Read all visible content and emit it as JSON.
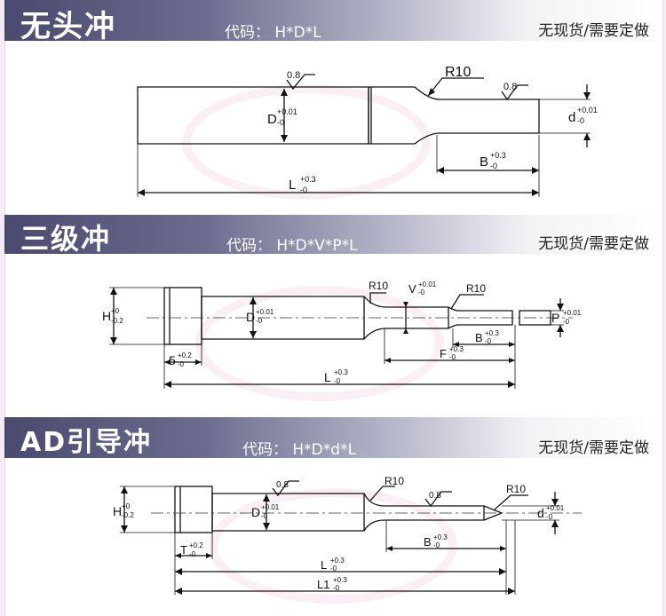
{
  "colors": {
    "banner_dark": "#4a4a6e",
    "line": "#111111",
    "page_bg": "#f4ecf7"
  },
  "sections": [
    {
      "title": "无头冲",
      "code": "代码： H*D*L",
      "stock": "无现货/需要定做",
      "dims": {
        "rough1": "0.8",
        "rough2": "0.8",
        "radius": "R10",
        "D": "D",
        "D_tol_up": "+0.01",
        "D_tol_dn": "-0",
        "d": "d",
        "d_tol_up": "+0.01",
        "d_tol_dn": "-0",
        "B": "B",
        "B_tol_up": "+0.3",
        "B_tol_dn": "-0",
        "L": "L",
        "L_tol_up": "+0.3",
        "L_tol_dn": "-0"
      }
    },
    {
      "title": "三级冲",
      "code": "代码： H*D*V*P*L",
      "stock": "无现货/需要定做",
      "dims": {
        "H": "H",
        "H_tol_up": "+0",
        "H_tol_dn": "-0.2",
        "D": "D",
        "D_tol_up": "+0.01",
        "D_tol_dn": "-0",
        "R1": "R10",
        "R2": "R10",
        "V": "V",
        "V_tol_up": "+0.01",
        "V_tol_dn": "-0",
        "P": "P",
        "P_tol_up": "+0.01",
        "P_tol_dn": "-0",
        "S": "5",
        "S_tol_up": "+0.2",
        "S_tol_dn": "-0",
        "B": "B",
        "B_tol_up": "+0.3",
        "B_tol_dn": "-0",
        "F": "F",
        "F_tol_up": "+0.3",
        "F_tol_dn": "-0",
        "L": "L",
        "L_tol_up": "+0.3",
        "L_tol_dn": "-0"
      }
    },
    {
      "title": "AD引导冲",
      "code": "代码： H*D*d*L",
      "stock": "无现货/需要定做",
      "dims": {
        "rough1": "0.8",
        "rough2": "0.8",
        "R1": "R10",
        "R2": "R10",
        "H": "H",
        "H_tol_up": "+0",
        "H_tol_dn": "-0.2",
        "D": "D",
        "D_tol_up": "+0.01",
        "D_tol_dn": "-0",
        "d": "d",
        "d_tol_up": "+0.01",
        "d_tol_dn": "-0",
        "T": "T",
        "T_tol_up": "+0.2",
        "T_tol_dn": "-0",
        "B": "B",
        "B_tol_up": "+0.3",
        "B_tol_dn": "-0",
        "L": "L",
        "L_tol_up": "+0.3",
        "L_tol_dn": "-0",
        "L1": "L1",
        "L1_tol_up": "+0.3",
        "L1_tol_dn": "-0"
      }
    }
  ]
}
